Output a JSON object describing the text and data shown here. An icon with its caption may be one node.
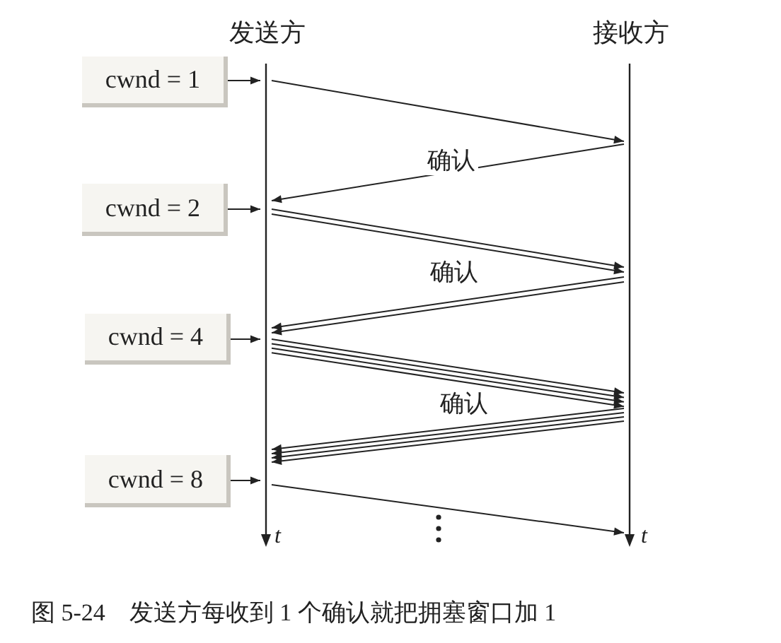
{
  "diagram": {
    "caption": "图 5-24　发送方每收到 1 个确认就把拥塞窗口加 1",
    "nodes": [
      {
        "text": [
          "发送方",
          "t"
        ]
      },
      {
        "text": [
          "接收方",
          "t"
        ]
      },
      {
        "text": [
          "cwnd = 1"
        ]
      },
      {
        "text": [
          "cwnd = 2"
        ]
      },
      {
        "text": [
          "cwnd = 4"
        ]
      },
      {
        "text": [
          "cwnd = 8"
        ]
      }
    ],
    "edges": [
      {
        "from": 2,
        "to": 0,
        "arrow": "to"
      },
      {
        "from": 0,
        "to": 1,
        "arrow": "to"
      },
      {
        "from": 1,
        "to": 0,
        "arrow": "to",
        "label": "确认"
      },
      {
        "from": 3,
        "to": 0,
        "arrow": "to"
      },
      {
        "from": 0,
        "to": 1,
        "arrow": "to"
      },
      {
        "from": 0,
        "to": 1,
        "arrow": "to"
      },
      {
        "from": 1,
        "to": 0,
        "arrow": "to",
        "label": "确认"
      },
      {
        "from": 1,
        "to": 0,
        "arrow": "to"
      },
      {
        "from": 4,
        "to": 0,
        "arrow": "to"
      },
      {
        "from": 0,
        "to": 1,
        "arrow": "to"
      },
      {
        "from": 0,
        "to": 1,
        "arrow": "to"
      },
      {
        "from": 0,
        "to": 1,
        "arrow": "to"
      },
      {
        "from": 0,
        "to": 1,
        "arrow": "to"
      },
      {
        "from": 1,
        "to": 0,
        "arrow": "to",
        "label": "确认"
      },
      {
        "from": 1,
        "to": 0,
        "arrow": "to"
      },
      {
        "from": 1,
        "to": 0,
        "arrow": "to"
      },
      {
        "from": 1,
        "to": 0,
        "arrow": "to"
      },
      {
        "from": 5,
        "to": 0,
        "arrow": "to"
      },
      {
        "from": 0,
        "to": 1,
        "arrow": "to"
      }
    ]
  }
}
